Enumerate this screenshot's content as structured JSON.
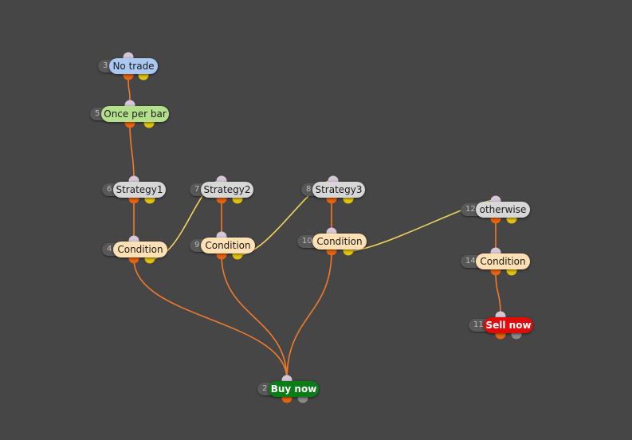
{
  "colors": {
    "background": "#464646",
    "port_in": "#d5c6d8",
    "port_out": "#e9620e",
    "port_alt": "#e4c20c",
    "port_off": "#8a8a8a",
    "edge_primary": "#f07a2a",
    "edge_secondary": "#f2d25a"
  },
  "nodes": [
    {
      "id": "n3",
      "number": "3",
      "label": "No trade",
      "color": "#a9c8f2",
      "text_color": "#1b1b1b",
      "bold": false,
      "out2": "alt"
    },
    {
      "id": "n5",
      "number": "5",
      "label": "Once per bar",
      "color": "#b4e08c",
      "text_color": "#1b1b1b",
      "bold": false,
      "out2": "alt"
    },
    {
      "id": "n6",
      "number": "6",
      "label": "Strategy1",
      "color": "#d7d7d7",
      "text_color": "#1b1b1b",
      "bold": false,
      "out2": "alt"
    },
    {
      "id": "n7",
      "number": "7",
      "label": "Strategy2",
      "color": "#d7d7d7",
      "text_color": "#1b1b1b",
      "bold": false,
      "out2": "alt"
    },
    {
      "id": "n8",
      "number": "8",
      "label": "Strategy3",
      "color": "#d7d7d7",
      "text_color": "#1b1b1b",
      "bold": false,
      "out2": "alt"
    },
    {
      "id": "n12",
      "number": "12",
      "label": "otherwise",
      "color": "#d7d7d7",
      "text_color": "#1b1b1b",
      "bold": false,
      "out2": "alt"
    },
    {
      "id": "n4",
      "number": "4",
      "label": "Condition",
      "color": "#fde0b4",
      "text_color": "#1b1b1b",
      "bold": false,
      "out2": "alt"
    },
    {
      "id": "n9",
      "number": "9",
      "label": "Condition",
      "color": "#fde0b4",
      "text_color": "#1b1b1b",
      "bold": false,
      "out2": "alt"
    },
    {
      "id": "n10",
      "number": "10",
      "label": "Condition",
      "color": "#fde0b4",
      "text_color": "#1b1b1b",
      "bold": false,
      "out2": "alt"
    },
    {
      "id": "n14",
      "number": "14",
      "label": "Condition",
      "color": "#fde0b4",
      "text_color": "#1b1b1b",
      "bold": false,
      "out2": "alt"
    },
    {
      "id": "n2",
      "number": "2",
      "label": "Buy now",
      "color": "#0b7d16",
      "text_color": "#ffffff",
      "bold": true,
      "out2": "off"
    },
    {
      "id": "n11",
      "number": "11",
      "label": "Sell now",
      "color": "#e00c0c",
      "text_color": "#ffffff",
      "bold": true,
      "out2": "off"
    }
  ],
  "edges": [
    {
      "from": "n3",
      "to": "n5",
      "port": "primary"
    },
    {
      "from": "n5",
      "to": "n6",
      "port": "primary"
    },
    {
      "from": "n6",
      "to": "n4",
      "port": "primary"
    },
    {
      "from": "n7",
      "to": "n9",
      "port": "primary"
    },
    {
      "from": "n8",
      "to": "n10",
      "port": "primary"
    },
    {
      "from": "n12",
      "to": "n14",
      "port": "primary"
    },
    {
      "from": "n14",
      "to": "n11",
      "port": "primary"
    },
    {
      "from": "n4",
      "to": "n7",
      "port": "secondary"
    },
    {
      "from": "n9",
      "to": "n8",
      "port": "secondary"
    },
    {
      "from": "n10",
      "to": "n12",
      "port": "secondary"
    },
    {
      "from": "n4",
      "to": "n2",
      "port": "primary"
    },
    {
      "from": "n9",
      "to": "n2",
      "port": "primary"
    },
    {
      "from": "n10",
      "to": "n2",
      "port": "primary"
    }
  ]
}
